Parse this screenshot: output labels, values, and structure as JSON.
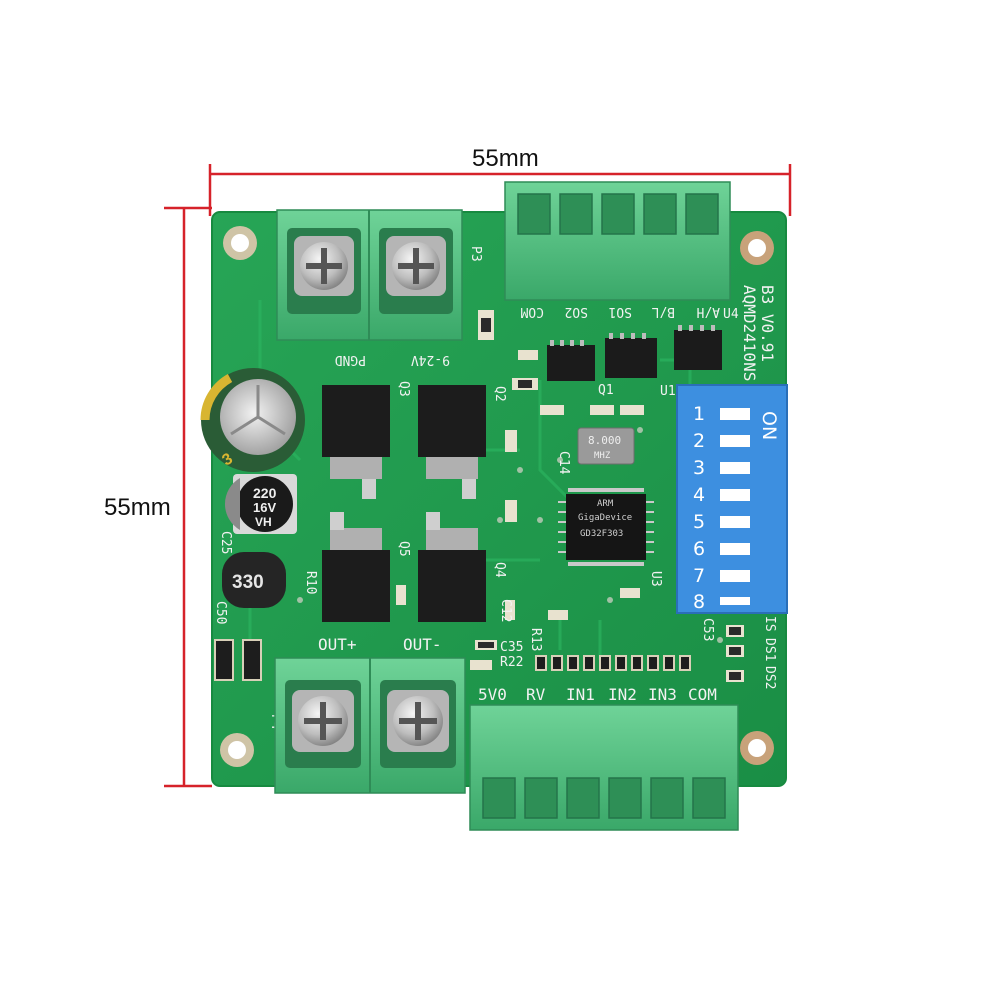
{
  "dimensions": {
    "width_label": "55mm",
    "height_label": "55mm"
  },
  "board": {
    "model": "AQMD2410NS",
    "revision": "B3 V0.91",
    "power_label": "9-24V",
    "ground_label": "PGND",
    "power_connector": "P3",
    "output_connector": "P4",
    "out_plus": "OUT+",
    "out_minus": "OUT-",
    "comm_header_labels": [
      "A/H",
      "B/L",
      "SO1",
      "SO2",
      "COM"
    ],
    "io_header_labels": [
      "5V0",
      "RV",
      "IN1",
      "IN2",
      "IN3",
      "COM"
    ],
    "led_labels": [
      "IS",
      "DS1",
      "DS2"
    ],
    "crystal_top": "8.000",
    "crystal_bottom": "MHZ",
    "mcu_brand": "GigaDevice",
    "mcu_part": "GD32F303",
    "mcu_arch": "ARM",
    "big_cap_text": "3",
    "small_cap_values": [
      "220",
      "16V",
      "VH"
    ],
    "inductor_value": "330",
    "dip_on": "ON",
    "dip_numbers": [
      "1",
      "2",
      "3",
      "4",
      "5",
      "6",
      "7",
      "8"
    ],
    "component_refs": [
      "Q1",
      "Q2",
      "Q3",
      "Q4",
      "Q5",
      "U1",
      "U3",
      "U4",
      "C25",
      "C50",
      "C53",
      "R10",
      "R13",
      "R22",
      "C35",
      "C12",
      "C14"
    ]
  },
  "colors": {
    "pcb": "#1f9a4c",
    "pcb_edge": "#178a40",
    "terminal": "#4fc07f",
    "dimension_line": "#d6222a",
    "dip_body": "#3d8fe0"
  }
}
